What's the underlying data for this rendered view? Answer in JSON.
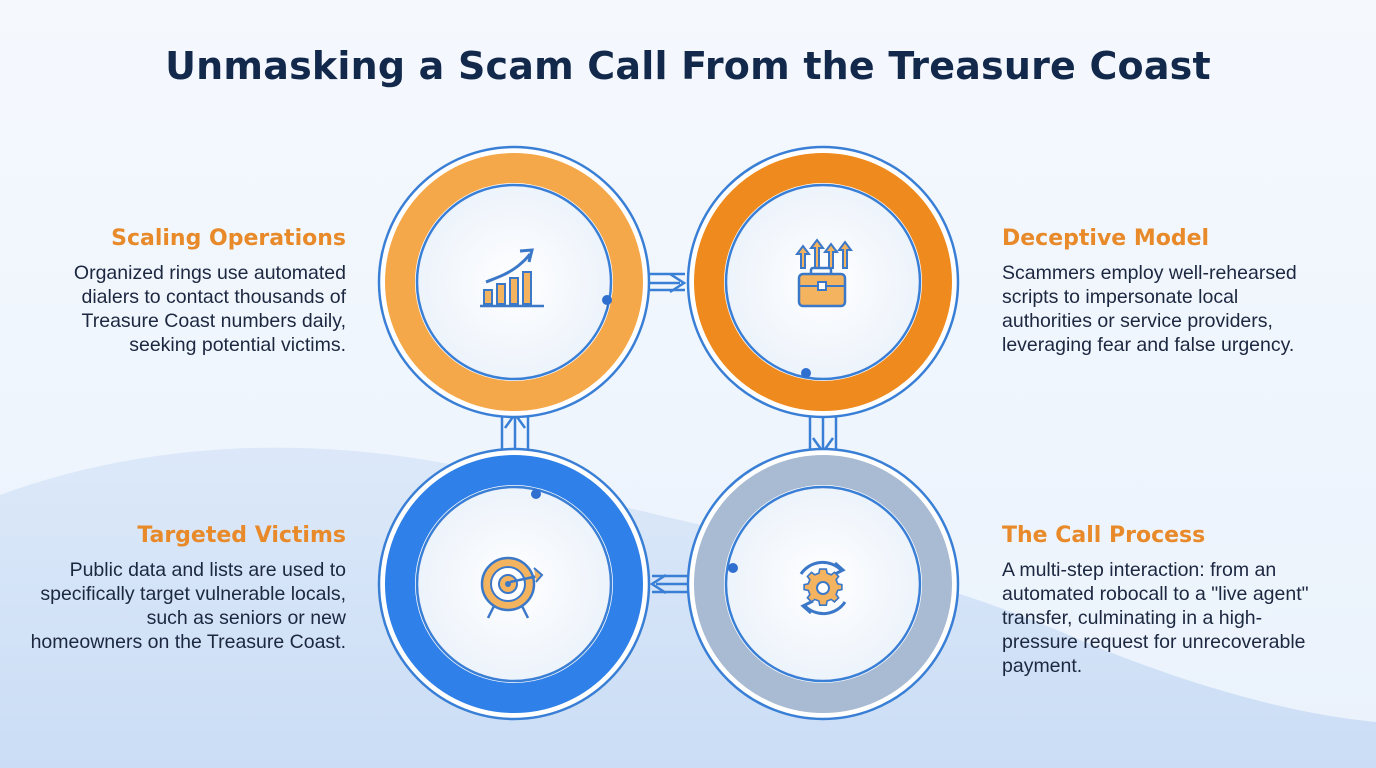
{
  "title": "Unmasking a Scam Call From the Treasure Coast",
  "steps": [
    {
      "heading": "Scaling Operations",
      "description": "Organized rings use automated dialers to contact thousands of Treasure Coast numbers daily, seeking potential victims.",
      "icon": "growth-chart-icon",
      "ring_color": "#f5a84a"
    },
    {
      "heading": "Deceptive Model",
      "description": "Scammers employ well-rehearsed scripts to impersonate local authorities or service providers, leveraging fear and false urgency.",
      "icon": "briefcase-arrows-icon",
      "ring_color": "#ee8a1e"
    },
    {
      "heading": "The Call Process",
      "description": "A multi-step interaction: from an automated robocall to a \"live agent\" transfer, culminating in a high-pressure request for unrecoverable payment.",
      "icon": "cycle-gear-icon",
      "ring_color": "#a8bbd3"
    },
    {
      "heading": "Targeted Victims",
      "description": "Public data and lists are used to specifically target vulnerable locals, such as seniors or new homeowners on the Treasure Coast.",
      "icon": "target-icon",
      "ring_color": "#2f80e8"
    }
  ],
  "colors": {
    "title": "#13294b",
    "heading": "#e88a2a",
    "body_text": "#1c2740",
    "outline": "#3a7fd6",
    "icon_blue": "#3b78c8",
    "icon_orange": "#f0a040"
  }
}
